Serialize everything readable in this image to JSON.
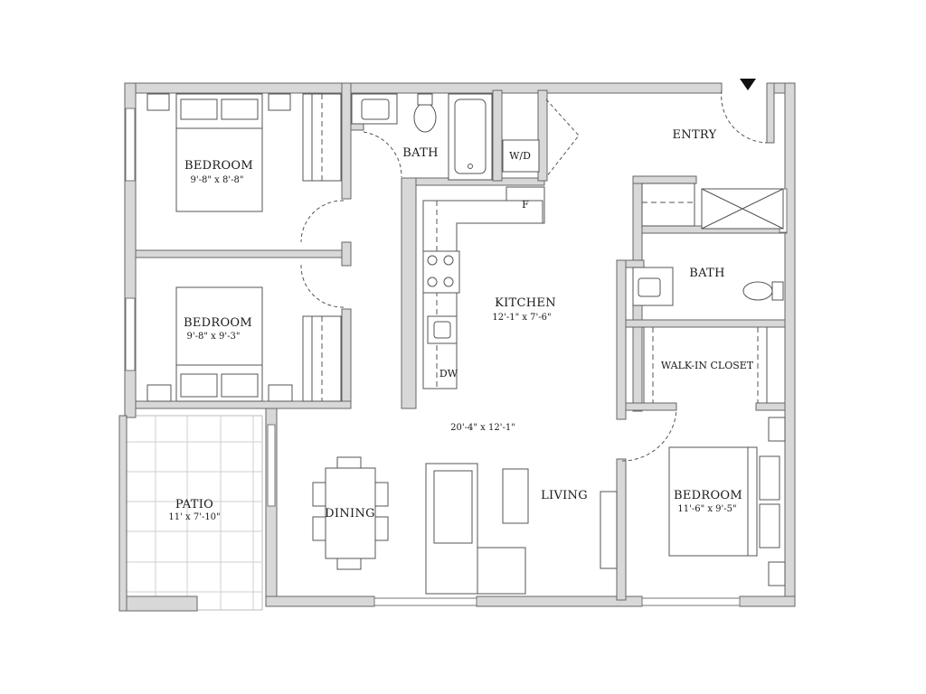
{
  "rooms": {
    "bedroom_top_left": {
      "name": "BEDROOM",
      "dim": "9'-8\" x 8'-8\""
    },
    "bath_top": {
      "name": "BATH"
    },
    "wd": {
      "name": "W/D"
    },
    "entry": {
      "name": "ENTRY"
    },
    "fridge": {
      "name": "F"
    },
    "kitchen": {
      "name": "KITCHEN",
      "dim": "12'-1\" x 7'-6\""
    },
    "bath_right": {
      "name": "BATH"
    },
    "bedroom_mid_left": {
      "name": "BEDROOM",
      "dim": "9'-8\" x 9'-3\""
    },
    "dishwasher": {
      "name": "DW"
    },
    "walkin_closet": {
      "name": "WALK-IN CLOSET"
    },
    "great_room": {
      "dim": "20'-4\" x 12'-1\""
    },
    "patio": {
      "name": "PATIO",
      "dim": "11' x 7'-10\""
    },
    "dining": {
      "name": "DINING"
    },
    "living": {
      "name": "LIVING"
    },
    "bedroom_right": {
      "name": "BEDROOM",
      "dim": "11'-6\" x 9'-5\""
    }
  },
  "colors": {
    "wall": "#d8d8d8",
    "line": "#555555"
  }
}
